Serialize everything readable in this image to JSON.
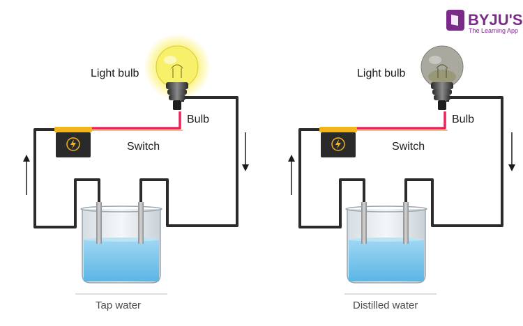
{
  "brand": {
    "logo_text": "BYJU'S",
    "tagline": "The Learning App",
    "color": "#7b2a8a"
  },
  "left_setup": {
    "bulb_label": "Light bulb",
    "bulb_tag": "Bulb",
    "switch_label": "Switch",
    "caption": "Tap water",
    "bulb_state": "glowing",
    "bulb_color": "#f6f06a"
  },
  "right_setup": {
    "bulb_label": "Light bulb",
    "bulb_tag": "Bulb",
    "switch_label": "Switch",
    "caption": "Distilled water",
    "bulb_state": "off",
    "bulb_color": "#a9a9a0"
  },
  "colors": {
    "wire": "#2b2b2b",
    "live_wire": "#e8245a",
    "water": "#7cc7ee",
    "battery": "#2a2a2a",
    "battery_top": "#f2b51c"
  }
}
